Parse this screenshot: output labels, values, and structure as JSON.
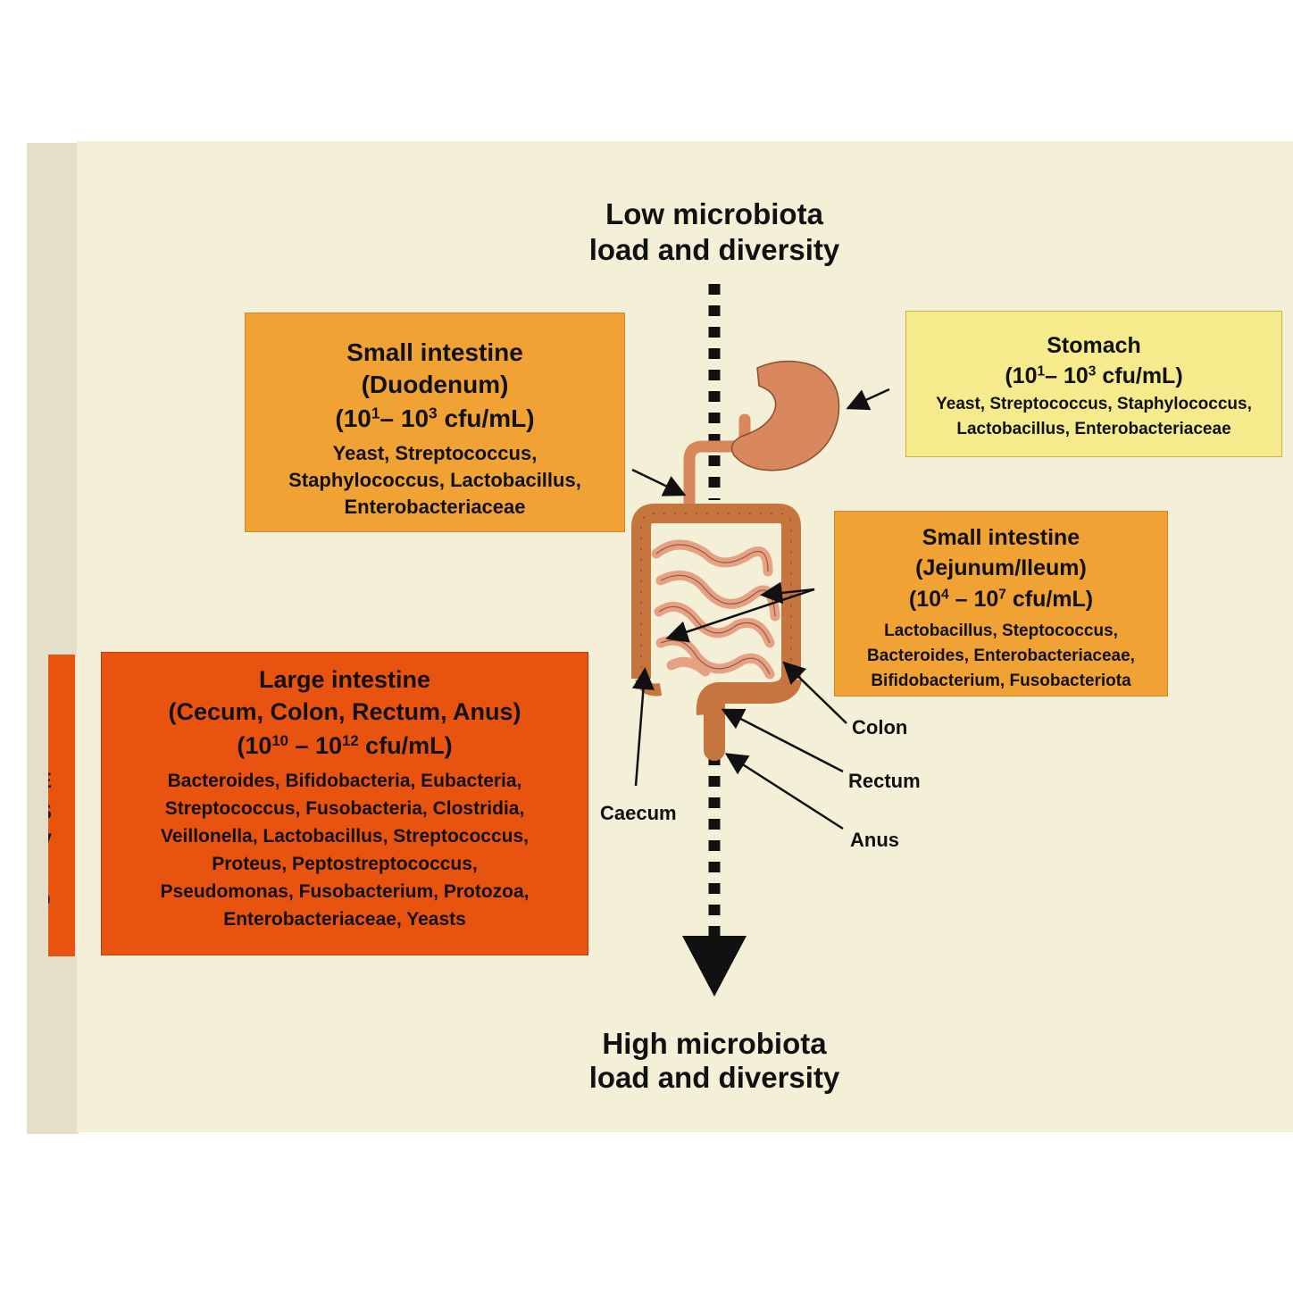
{
  "top_label": [
    "Low microbiota",
    "load and diversity"
  ],
  "bottom_label": [
    "High microbiota",
    "load and diversity"
  ],
  "boxes": {
    "duodenum": {
      "lines": [
        "Small intestine",
        "(Duodenum)"
      ],
      "count": {
        "prefix": "(10",
        "exp1": "1",
        "mid": "– 10",
        "exp2": "3",
        "suffix": " cfu/mL)"
      },
      "species": [
        "Yeast, Streptococcus,",
        "Staphylococcus, Lactobacillus,",
        "Enterobacteriaceae"
      ],
      "color": "#f0a235"
    },
    "stomach": {
      "lines": [
        "Stomach"
      ],
      "count": {
        "prefix": "(10",
        "exp1": "1",
        "mid": "– 10",
        "exp2": "3",
        "suffix": " cfu/mL)"
      },
      "species": [
        "Yeast, Streptococcus, Staphylococcus,",
        "Lactobacillus, Enterobacteriaceae"
      ],
      "color": "#f5ea8c"
    },
    "jejunum": {
      "lines": [
        "Small intestine",
        "(Jejunum/Ileum)"
      ],
      "count": {
        "prefix": "(10",
        "exp1": "4",
        "mid": " – 10",
        "exp2": "7",
        "suffix": " cfu/mL)"
      },
      "species": [
        "Lactobacillus, Steptococcus,",
        "Bacteroides, Enterobacteriaceae,",
        "Bifidobacterium, Fusobacteriota"
      ],
      "color": "#f0a235"
    },
    "large": {
      "lines": [
        "Large intestine",
        "(Cecum, Colon, Rectum, Anus)"
      ],
      "count": {
        "prefix": "(10",
        "exp1": "10",
        "mid": " – 10",
        "exp2": "12",
        "suffix": " cfu/mL)"
      },
      "species": [
        "Bacteroides, Bifidobacteria, Eubacteria,",
        "Streptococcus, Fusobacteria, Clostridia,",
        "Veillonella, Lactobacillus, Streptococcus,",
        "Proteus, Peptostreptococcus,",
        "Pseudomonas, Fusobacterium, Protozoa,",
        "Enterobacteriaceae, Yeasts"
      ],
      "color": "#e8540f"
    }
  },
  "organ_labels": {
    "colon": "Colon",
    "rectum": "Rectum",
    "anus": "Anus",
    "caecum": "Caecum"
  },
  "side_strip_letters": [
    "E",
    "S",
    "V",
    "p"
  ],
  "colors": {
    "canvas": "#f4efd7",
    "organ": "#d9875c",
    "colon": "#c7753f",
    "arrow": "#111111"
  }
}
